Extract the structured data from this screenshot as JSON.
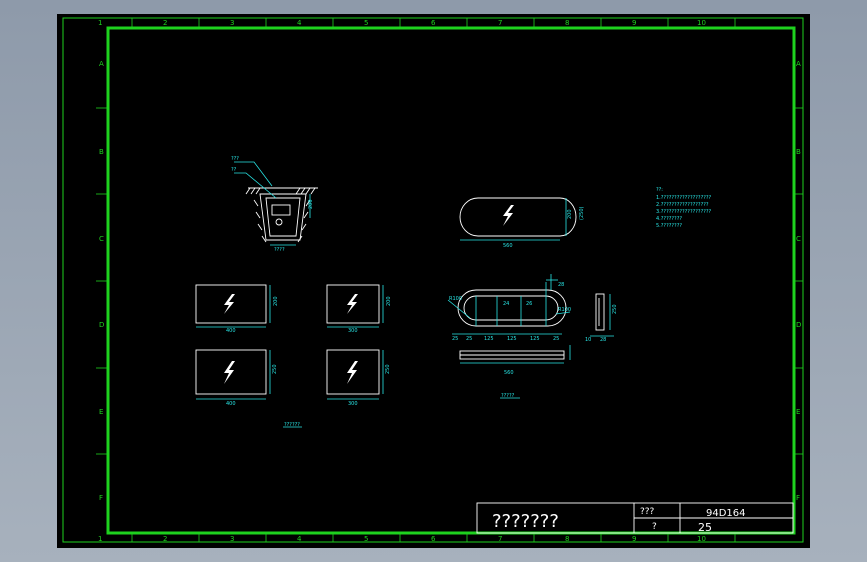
{
  "border": {
    "columns": [
      "1",
      "2",
      "3",
      "4",
      "5",
      "6",
      "7",
      "8",
      "9",
      "10"
    ],
    "rows": [
      "A",
      "B",
      "C",
      "D",
      "E",
      "F"
    ]
  },
  "title_block": {
    "title": "???????",
    "label_1": "???",
    "label_2": "?",
    "drawing_number": "94D164",
    "page": "25"
  },
  "views": {
    "section_caption": "????",
    "plates_caption": "??????",
    "plan_caption": "?????",
    "callout_1": "???",
    "callout_2": "??",
    "panel_rect_1": {
      "width": "400",
      "height": "200"
    },
    "panel_rect_2": {
      "width": "300",
      "height": "200"
    },
    "panel_rect_3": {
      "width": "400",
      "height": "250"
    },
    "panel_rect_4": {
      "width": "300",
      "height": "250"
    },
    "rounded_width": "560",
    "rounded_height": "200",
    "rounded_height_alt": "(250)",
    "plan_width": "560",
    "plan_radius_1": "R100",
    "plan_radius_2": "R100",
    "plan_dims": [
      "25",
      "25",
      "125",
      "125",
      "125",
      "25"
    ],
    "plan_inner_dims": [
      "24",
      "26"
    ],
    "side_top": "28",
    "side_right": "250",
    "side_bottom": [
      "10",
      "28"
    ],
    "section_depth": "200"
  },
  "notes": {
    "heading": "??:",
    "lines": [
      "1.???????????????????",
      "2.??????????????????",
      "3.???????????????????",
      "4.????????",
      "5.????????"
    ]
  }
}
